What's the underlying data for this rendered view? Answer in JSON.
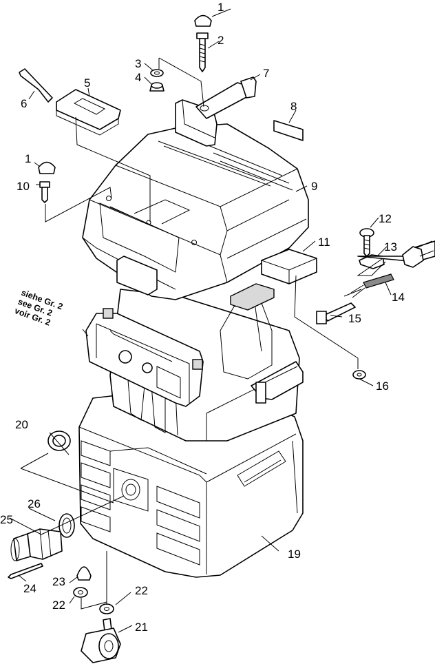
{
  "part_labels": {
    "p1a": "1",
    "p1b": "1",
    "p2": "2",
    "p3": "3",
    "p4": "4",
    "p5": "5",
    "p6": "6",
    "p7": "7",
    "p8": "8",
    "p9": "9",
    "p10": "10",
    "p11": "11",
    "p12": "12",
    "p13": "13",
    "p14": "14",
    "p15": "15",
    "p16": "16",
    "p19": "19",
    "p20": "20",
    "p21": "21",
    "p22a": "22",
    "p22b": "22",
    "p23": "23",
    "p24": "24",
    "p25": "25",
    "p26": "26"
  },
  "reference_note": [
    "siehe Gr. 2",
    "see Gr. 2",
    "voir Gr. 2"
  ]
}
